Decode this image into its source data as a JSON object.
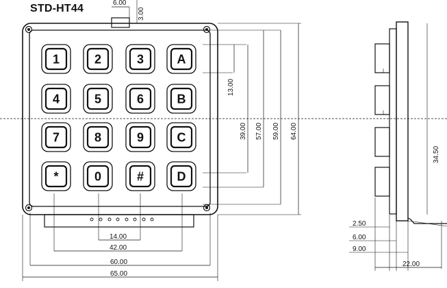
{
  "title": "STD-HT44",
  "keys": [
    "1",
    "2",
    "3",
    "A",
    "4",
    "5",
    "6",
    "B",
    "7",
    "8",
    "9",
    "C",
    "*",
    "0",
    "#",
    "D"
  ],
  "dims": {
    "top_6": "6.00",
    "top_3": "3.00",
    "v_13": "13.00",
    "v_39": "39.00",
    "v_57": "57.00",
    "v_59": "59.00",
    "v_64": "64.00",
    "h_14": "14.00",
    "h_42": "42.00",
    "h_60": "60.00",
    "h_65": "65.00",
    "side_2_5": "2.50",
    "side_6": "6.00",
    "side_9": "9.00",
    "side_22": "22.00",
    "side_34_5": "34.50"
  }
}
